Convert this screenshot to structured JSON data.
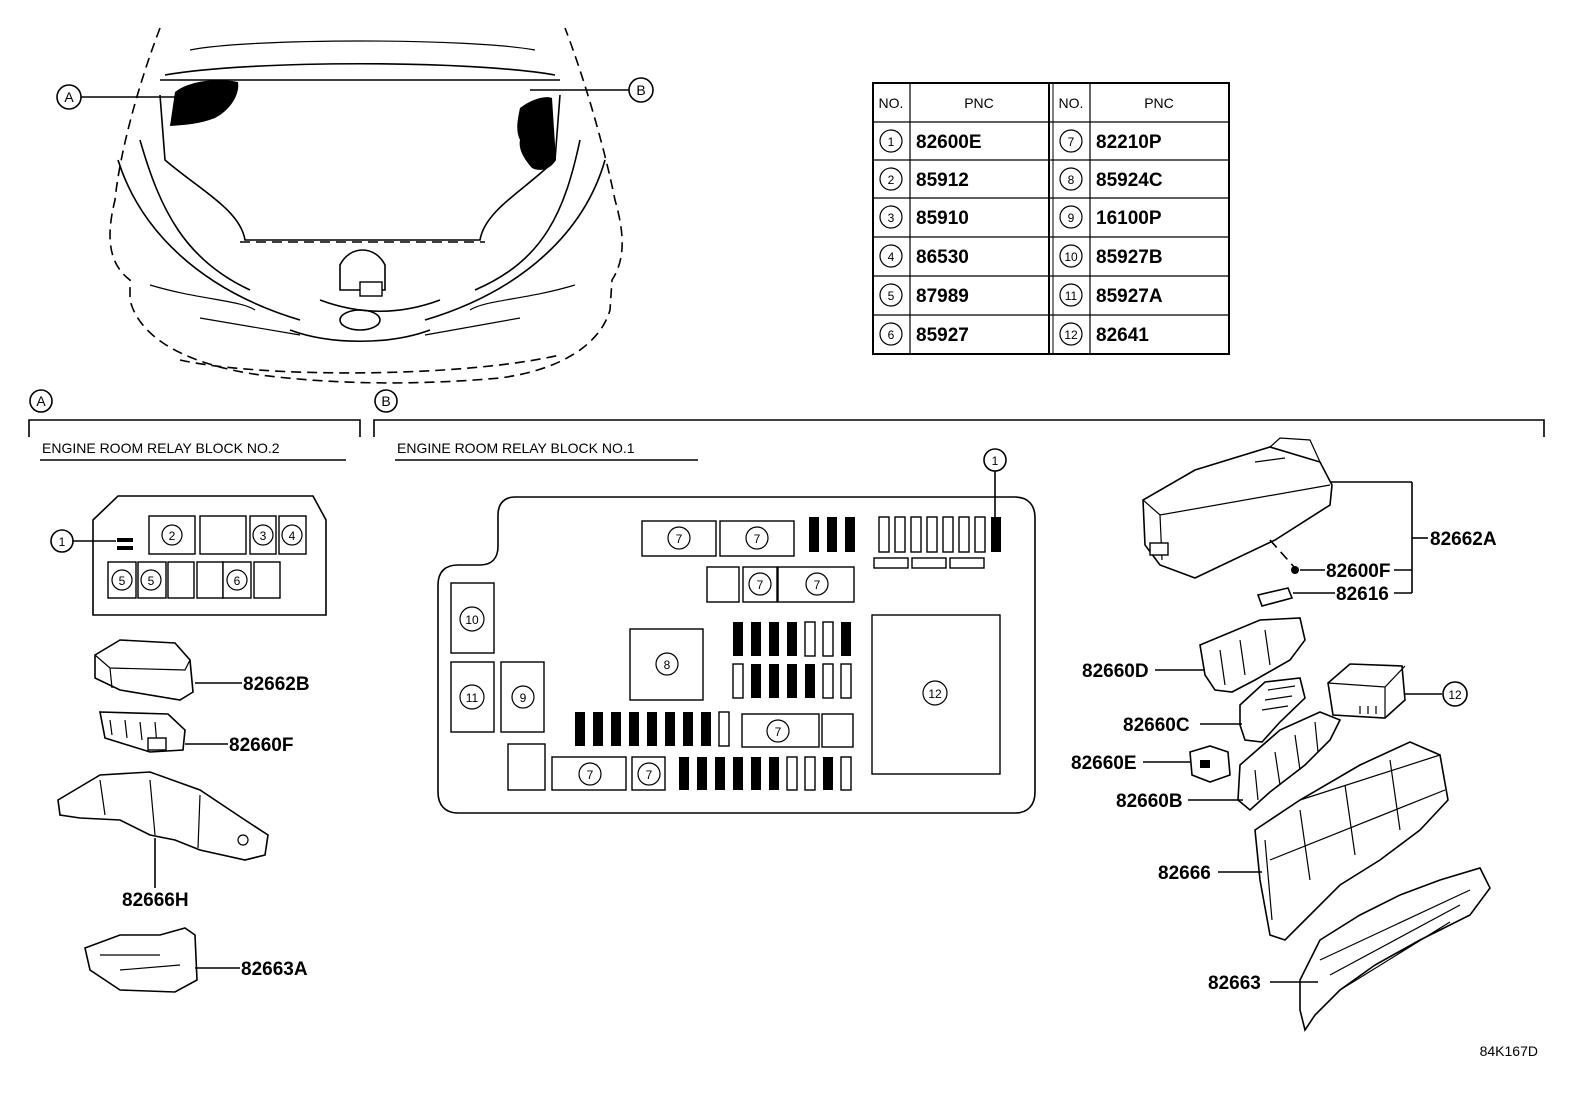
{
  "callouts": {
    "a": "A",
    "b": "B"
  },
  "sections": {
    "a_title": "ENGINE ROOM RELAY BLOCK NO.2",
    "b_title": "ENGINE ROOM RELAY BLOCK NO.1"
  },
  "pnc_table": {
    "headers": [
      "NO.",
      "PNC",
      "NO.",
      "PNC"
    ],
    "rows": [
      {
        "no": "1",
        "pnc": "82600E",
        "no2": "7",
        "pnc2": "82210P"
      },
      {
        "no": "2",
        "pnc": "85912",
        "no2": "8",
        "pnc2": "85924C"
      },
      {
        "no": "3",
        "pnc": "85910",
        "no2": "9",
        "pnc2": "16100P"
      },
      {
        "no": "4",
        "pnc": "86530",
        "no2": "10",
        "pnc2": "85927B"
      },
      {
        "no": "5",
        "pnc": "87989",
        "no2": "11",
        "pnc2": "85927A"
      },
      {
        "no": "6",
        "pnc": "85927",
        "no2": "12",
        "pnc2": "82641"
      }
    ]
  },
  "block2_labels": {
    "c1": "1",
    "c2": "2",
    "c3": "3",
    "c4": "4",
    "c5a": "5",
    "c5b": "5",
    "c6": "6"
  },
  "block1_labels": {
    "c1": "1",
    "c7a": "7",
    "c7b": "7",
    "c7c": "7",
    "c7d": "7",
    "c7e": "7",
    "c7f": "7",
    "c7g": "7",
    "c8": "8",
    "c9": "9",
    "c10": "10",
    "c11": "11",
    "c12": "12"
  },
  "parts_a": {
    "p1": "82662B",
    "p2": "82660F",
    "p3": "82666H",
    "p4": "82663A"
  },
  "parts_b": {
    "p1": "82662A",
    "p2": "82600F",
    "p3": "82616",
    "p4": "82660D",
    "p5": "12",
    "p6": "82660C",
    "p7": "82660E",
    "p8": "82660B",
    "p9": "82666",
    "p10": "82663"
  },
  "illustration_code": "84K167D"
}
